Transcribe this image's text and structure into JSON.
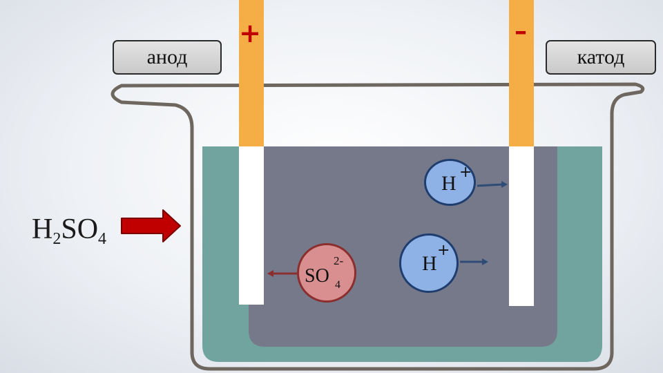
{
  "labels": {
    "anode": "анод",
    "cathode": "катод"
  },
  "signs": {
    "anode": "+",
    "cathode": "–"
  },
  "electrolyte": {
    "formula_parts": [
      "H",
      "2",
      "SO",
      "4"
    ]
  },
  "ions": {
    "hydrogen": {
      "symbol": "H",
      "charge": "+"
    },
    "sulfate": {
      "symbol": "SO",
      "subscript": "4",
      "charge": "2-"
    }
  },
  "colors": {
    "electrode_top": "#f5ad45",
    "electrode_bottom": "#ffffff",
    "solution": "#71a49f",
    "inner_region": "#75798a",
    "vessel_outline": "#6e675f",
    "arrow": "#c00000",
    "hydrogen_ion": "#8fb2e6",
    "sulfate_ion": "#d98f8f"
  }
}
